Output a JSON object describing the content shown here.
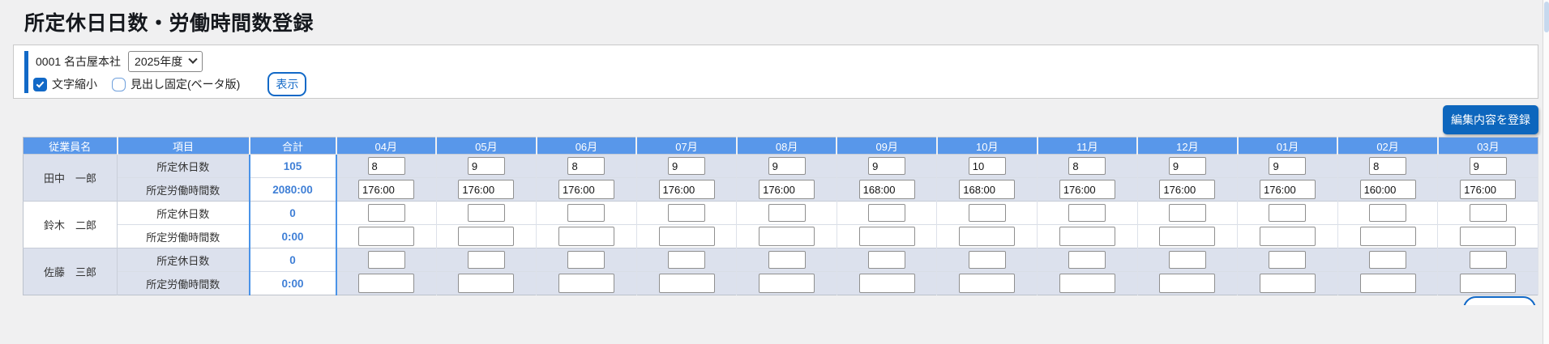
{
  "page": {
    "title": "所定休日日数・労働時間数登録"
  },
  "filters": {
    "office_label": "0001 名古屋本社",
    "year_select": {
      "value": "2025年度"
    },
    "checkbox_shrink": {
      "label": "文字縮小",
      "checked": true
    },
    "checkbox_fix_header": {
      "label": "見出し固定(ベータ版)",
      "checked": false
    },
    "show_button_label": "表示"
  },
  "actions": {
    "register_button_label": "編集内容を登録"
  },
  "colors": {
    "accent_blue": "#1269c7",
    "header_blue": "#5897ea",
    "stripe_blue": "#dce1ed",
    "total_border_blue": "#4a93e8",
    "total_text_blue": "#3f7fd6",
    "register_button_blue": "#0d66bd"
  },
  "table": {
    "headers": {
      "employee": "従業員名",
      "item": "項目",
      "total": "合計"
    },
    "months": [
      "04月",
      "05月",
      "06月",
      "07月",
      "08月",
      "09月",
      "10月",
      "11月",
      "12月",
      "01月",
      "02月",
      "03月"
    ],
    "row_labels": {
      "holidays": "所定休日数",
      "hours": "所定労働時間数"
    },
    "employees": [
      {
        "name": "田中　一郎",
        "holidays_total": "105",
        "hours_total": "2080:00",
        "holidays": [
          "8",
          "9",
          "8",
          "9",
          "9",
          "9",
          "10",
          "8",
          "9",
          "9",
          "8",
          "9"
        ],
        "hours": [
          "176:00",
          "176:00",
          "176:00",
          "176:00",
          "176:00",
          "168:00",
          "168:00",
          "176:00",
          "176:00",
          "176:00",
          "160:00",
          "176:00"
        ]
      },
      {
        "name": "鈴木　二郎",
        "holidays_total": "0",
        "hours_total": "0:00",
        "holidays": [
          "",
          "",
          "",
          "",
          "",
          "",
          "",
          "",
          "",
          "",
          "",
          ""
        ],
        "hours": [
          "",
          "",
          "",
          "",
          "",
          "",
          "",
          "",
          "",
          "",
          "",
          ""
        ]
      },
      {
        "name": "佐藤　三郎",
        "holidays_total": "0",
        "hours_total": "0:00",
        "holidays": [
          "",
          "",
          "",
          "",
          "",
          "",
          "",
          "",
          "",
          "",
          "",
          ""
        ],
        "hours": [
          "",
          "",
          "",
          "",
          "",
          "",
          "",
          "",
          "",
          "",
          "",
          ""
        ]
      }
    ]
  }
}
